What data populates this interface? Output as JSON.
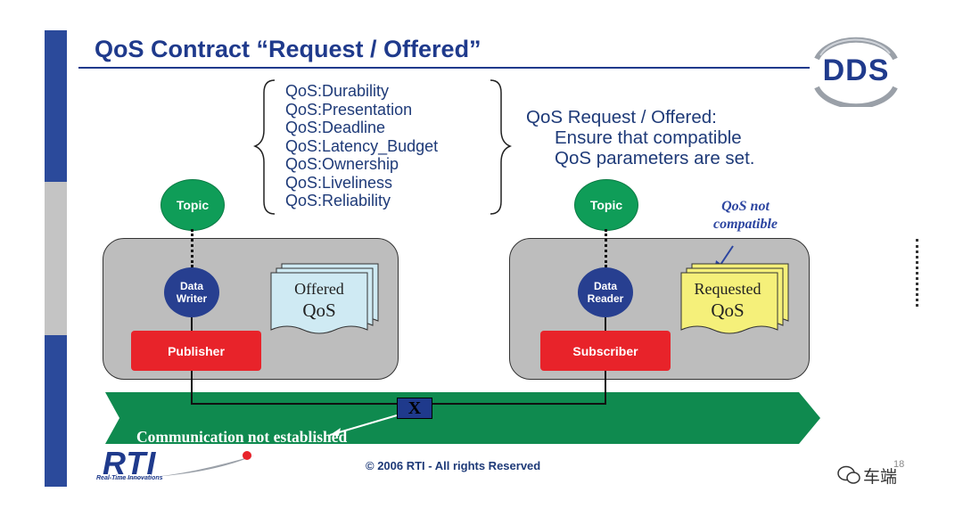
{
  "title": "QoS Contract “Request / Offered”",
  "logo": {
    "text": "DDS"
  },
  "qos_list": [
    "QoS:Durability",
    "QoS:Presentation",
    "QoS:Deadline",
    "QoS:Latency_Budget",
    "QoS:Ownership",
    "QoS:Liveliness",
    "QoS:Reliability"
  ],
  "description": {
    "line1": "QoS Request / Offered:",
    "line2": "Ensure that compatible",
    "line3": "QoS parameters are set."
  },
  "left": {
    "topic": "Topic",
    "data_line1": "Data",
    "data_line2": "Writer",
    "doc_line1": "Offered",
    "doc_line2": "QoS",
    "role": "Publisher"
  },
  "right": {
    "topic": "Topic",
    "data_line1": "Data",
    "data_line2": "Reader",
    "doc_line1": "Requested",
    "doc_line2": "QoS",
    "role": "Subscriber"
  },
  "not_compatible": {
    "line1": "QoS not",
    "line2": "compatible"
  },
  "blocked_marker": "X",
  "bus_caption": "Communication not established",
  "footer": "© 2006 RTI - All rights Reserved",
  "rti_logo": {
    "text": "RTI",
    "tagline": "Real-Time Innovations"
  },
  "page_number": "18",
  "watermark": "车端",
  "colors": {
    "navy": "#1f3a8c",
    "green": "#0f9d58",
    "red": "#e8232a",
    "gray_box": "#bdbdbd",
    "offered_doc": "#cfeaf3",
    "requested_doc": "#f5f07a"
  }
}
